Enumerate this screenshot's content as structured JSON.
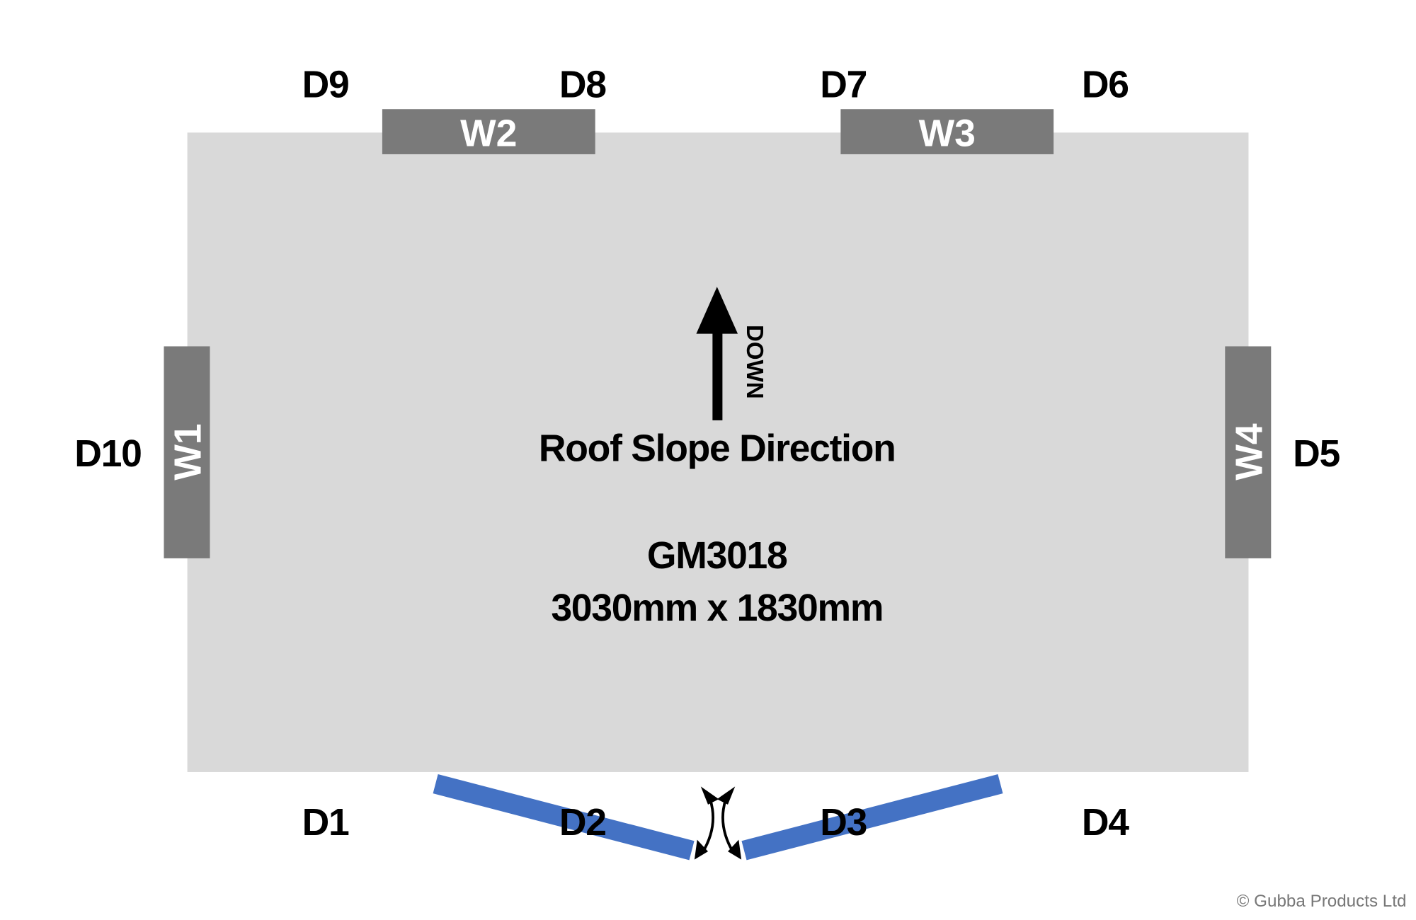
{
  "colors": {
    "floor": "#d9d9d9",
    "window": "#7a7a7a",
    "door": "#4472c4",
    "text": "#000000"
  },
  "model": "GM3018",
  "dimensions": "3030mm x 1830mm",
  "slope_label": "Roof Slope Direction",
  "slope_arrow_text": "DOWN",
  "windows": {
    "w1": "W1",
    "w2": "W2",
    "w3": "W3",
    "w4": "W4"
  },
  "doors": {
    "d1": "D1",
    "d2": "D2",
    "d3": "D3",
    "d4": "D4",
    "d5": "D5",
    "d6": "D6",
    "d7": "D7",
    "d8": "D8",
    "d9": "D9",
    "d10": "D10"
  },
  "copyright": "© Gubba Products Ltd"
}
